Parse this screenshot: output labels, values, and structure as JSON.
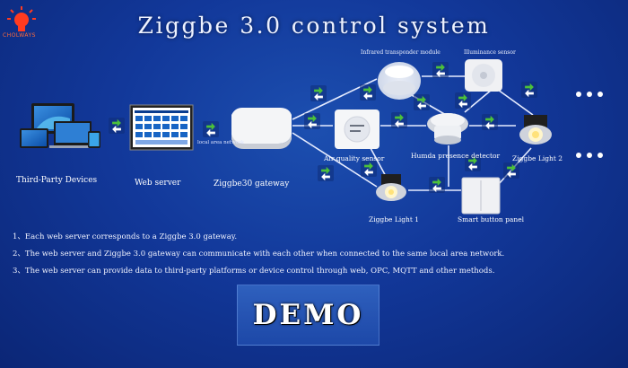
{
  "title": "Ziggbe 3.0 control system",
  "logo_text": "CHOLWAYS",
  "devices": {
    "third_party": "Third-Party Devices",
    "web_server": "Web server",
    "gateway": "Ziggbe30 gateway",
    "local_area_network": "local area network",
    "infrared_module": "Infrared transponder module",
    "illuminance_sensor": "Illuminance sensor",
    "air_quality_sensor": "Air quality sensor",
    "presence_detector": "Humda presence detector",
    "light_2": "Ziggbe Light 2",
    "light_1": "Ziggbe Light 1",
    "button_panel": "Smart button panel"
  },
  "notes": [
    "1、Each web server corresponds to a Ziggbe 3.0 gateway.",
    "2、The web server and Ziggbe 3.0 gateway can communicate with each other when connected to the same local area network.",
    "3、The web server can provide data to third-party platforms or device control through web, OPC, MQTT and other methods."
  ],
  "demo_label": "DEMO",
  "colors": {
    "arrow_green": "#4cc13a",
    "background": "#12389a",
    "accent_red": "#ff3b20"
  }
}
